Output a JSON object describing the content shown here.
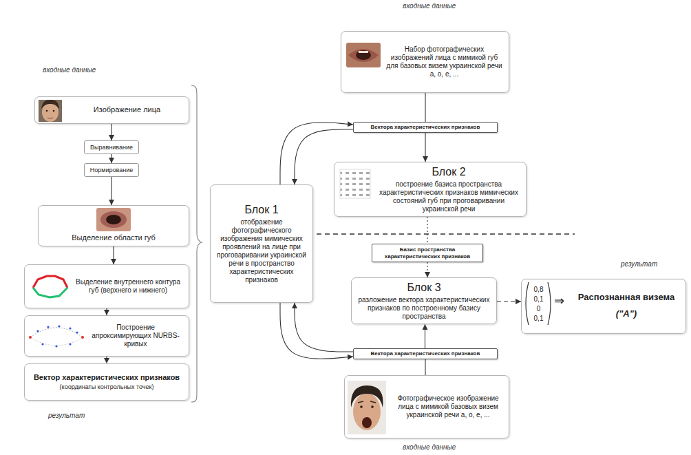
{
  "diagram": {
    "nodes": [
      {
        "text": [
          "Изображение лица"
        ]
      },
      {
        "text": [
          "Выравнивание"
        ]
      },
      {
        "text": [
          "Нормирование"
        ]
      },
      {
        "text": [
          "Выделение области губ"
        ]
      },
      {
        "text": [
          "Выделение внутреннего контура губ (верхнего и нижнего)"
        ]
      },
      {
        "text": [
          "Построение апроксимирующих NURBS-кривых"
        ]
      },
      {
        "text": [
          "Вектор характеристических признаков",
          "(координаты контрольных точек)"
        ]
      },
      {
        "text": [
          "Набор фотографических изображений лица с мимикой губ для базовых визем украинской речи а, о, е, ..."
        ]
      },
      {
        "text": [
          "Вектора характеристических признаков"
        ]
      },
      {
        "text": [
          "Блок 1",
          "отображение фотографического изображения мимических проявлений на лице при проговаривании украинской речи в пространство характеристических признаков"
        ]
      },
      {
        "text": [
          "Блок 2",
          "построение базиса пространства характеристических признаков мимических состояний губ при проговаривании украинской речи"
        ]
      },
      {
        "text": [
          "Базис пространства характеристических признаков"
        ]
      },
      {
        "text": [
          "Блок 3",
          "разложение вектора характеристических признаков по построенному базису пространства"
        ]
      },
      {
        "text": [
          "0,8",
          "0,1",
          "0",
          "0,1",
          "⇒",
          "Распознанная визема",
          "(\"А\")"
        ]
      },
      {
        "text": [
          "Вектора характеристических признаков"
        ]
      },
      {
        "text": [
          "Фотографическое изображение лица с мимикой базовых визем украинской речи а, о, е, ..."
        ]
      }
    ],
    "edges": [
      {
        "from": 0,
        "to": 1,
        "arrow": "to"
      },
      {
        "from": 1,
        "to": 2,
        "arrow": "to"
      },
      {
        "from": 2,
        "to": 3,
        "arrow": "to"
      },
      {
        "from": 3,
        "to": 4,
        "arrow": "to"
      },
      {
        "from": 4,
        "to": 5,
        "arrow": "to"
      },
      {
        "from": 5,
        "to": 6,
        "arrow": "to"
      },
      {
        "from": 7,
        "to": 8,
        "arrow": "none"
      },
      {
        "from": 8,
        "to": 10,
        "arrow": "to"
      },
      {
        "from": 8,
        "to": 9,
        "arrow": "to"
      },
      {
        "from": 9,
        "to": 8,
        "arrow": "to"
      },
      {
        "from": 10,
        "to": 11,
        "arrow": "none"
      },
      {
        "from": 11,
        "to": 12,
        "arrow": "to"
      },
      {
        "from": 12,
        "to": 13,
        "arrow": "to"
      },
      {
        "from": 15,
        "to": 14,
        "arrow": "none"
      },
      {
        "from": 14,
        "to": 12,
        "arrow": "to"
      },
      {
        "from": 14,
        "to": 9,
        "arrow": "to"
      },
      {
        "from": 9,
        "to": 14,
        "arrow": "to"
      }
    ],
    "labels": [
      "входные данные",
      "входные данные",
      "результат",
      "результат",
      "входные данные"
    ]
  }
}
